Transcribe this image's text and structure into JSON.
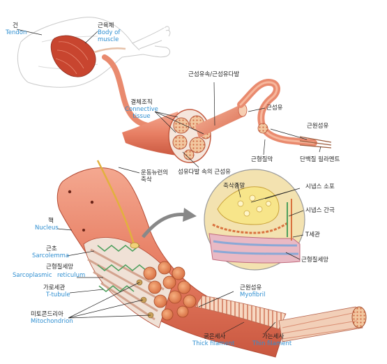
{
  "labels": {
    "tendon_ko": "건",
    "tendon_en": "Tendon",
    "body_ko": "근육체",
    "body_en_1": "Body of",
    "body_en_2": "muscle",
    "fascicle_ko": "근섬유속/근섬유다발",
    "connective_ko": "결체조직",
    "connective_en_1": "Connective",
    "connective_en_2": "tissue",
    "fiber_ko": "근섬유",
    "myofibril_top_ko": "근원섬유",
    "sarcolemma_top_ko": "근형질막",
    "protein_ko": "단백질 필라멘트",
    "fiber_in_bundle_ko": "섬유다발 속의 근섬유",
    "motor_neuron_ko_1": "운동뉴런의",
    "motor_neuron_ko_2": "축삭",
    "synaptic_vesicle_ko": "시냅스 소포",
    "axon_terminal_ko": "축삭종말",
    "synaptic_cleft_ko": "시냅스 간극",
    "t_tubule_detail_ko": "T세관",
    "sr_detail_ko": "근형질세망",
    "nucleus_ko": "핵",
    "nucleus_en": "Nucleus",
    "sarcolemma_ko": "근초",
    "sarcolemma_en": "Sarcolemma",
    "sr_ko": "근형질세망",
    "sr_en_1": "Sarcoplasmic",
    "sr_en_2": "reticulum",
    "t_tubule_ko": "가로세관",
    "t_tubule_en": "T-tubule",
    "mito_ko": "미토콘드리아",
    "mito_en": "Mitochondrion",
    "myofibril_ko": "근원섬유",
    "myofibril_en": "Myofibril",
    "thick_ko": "굵은세사",
    "thick_en": "Thick filament",
    "thin_ko": "가는세사",
    "thin_en": "Thin filament"
  },
  "colors": {
    "muscle": "#e8826a",
    "muscle_dark": "#c65a43",
    "english_label": "#2f8fd1",
    "detail_bg": "#f3e2b0",
    "vesicle": "#f7e58a"
  }
}
